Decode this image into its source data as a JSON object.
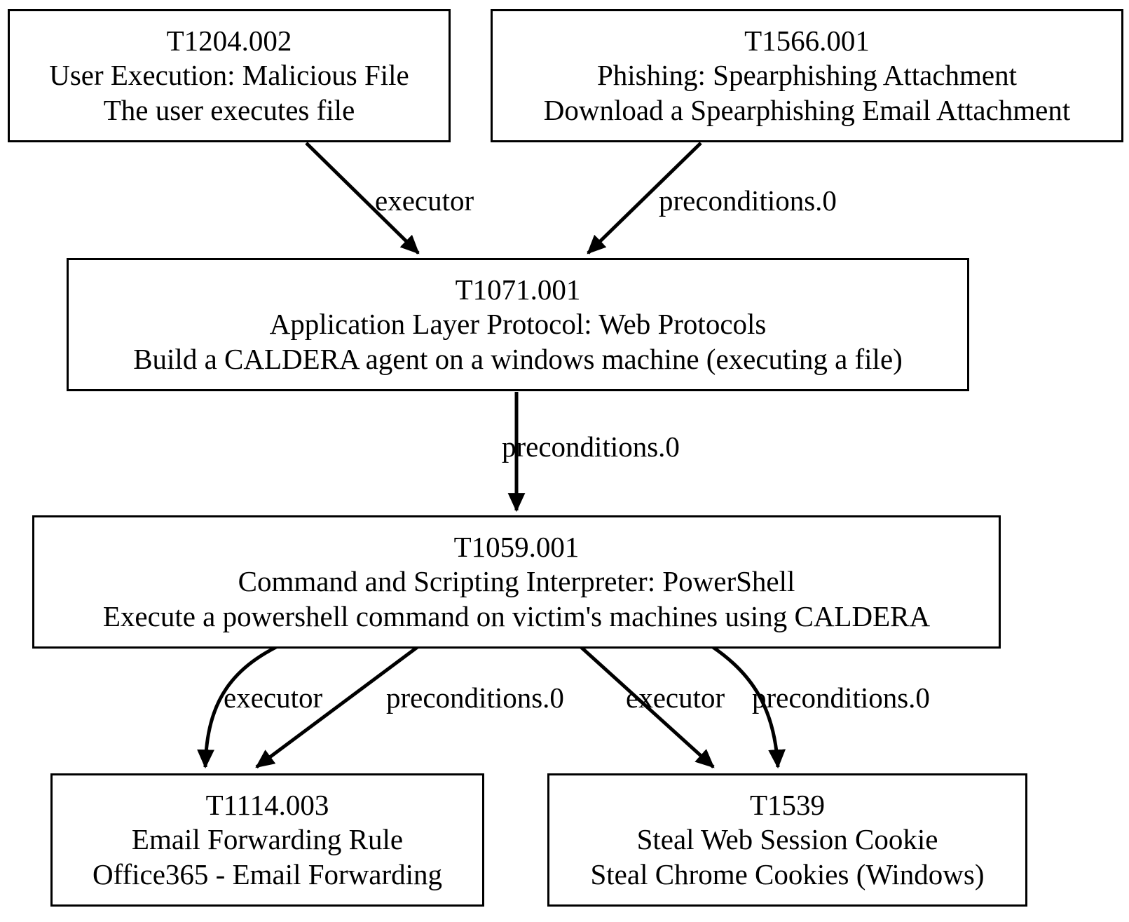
{
  "diagram": {
    "title": "ATT&CK technique attack-flow graph",
    "background_color": "#ffffff",
    "line_color": "#000000",
    "nodes": [
      {
        "key": "t1204",
        "id": "T1204.002",
        "name": "User Execution: Malicious File",
        "description": "The user executes file"
      },
      {
        "key": "t1566",
        "id": "T1566.001",
        "name": "Phishing: Spearphishing Attachment",
        "description": "Download a Spearphishing Email Attachment"
      },
      {
        "key": "t1071",
        "id": "T1071.001",
        "name": "Application Layer Protocol: Web Protocols",
        "description": "Build a CALDERA agent on a windows machine (executing a file)"
      },
      {
        "key": "t1059",
        "id": "T1059.001",
        "name": "Command and Scripting Interpreter: PowerShell",
        "description": "Execute a powershell command on victim's machines using CALDERA"
      },
      {
        "key": "t1114",
        "id": "T1114.003",
        "name": "Email Forwarding Rule",
        "description": "Office365 - Email Forwarding"
      },
      {
        "key": "t1539",
        "id": "T1539",
        "name": "Steal Web Session Cookie",
        "description": "Steal Chrome Cookies (Windows)"
      }
    ],
    "edges": [
      {
        "key": "e1",
        "from": "T1204.002",
        "to": "T1071.001",
        "label": "executor"
      },
      {
        "key": "e2",
        "from": "T1566.001",
        "to": "T1071.001",
        "label": "preconditions.0"
      },
      {
        "key": "e3",
        "from": "T1071.001",
        "to": "T1059.001",
        "label": "preconditions.0"
      },
      {
        "key": "e4",
        "from": "T1059.001",
        "to": "T1114.003",
        "label": "executor"
      },
      {
        "key": "e5",
        "from": "T1059.001",
        "to": "T1114.003",
        "label": "preconditions.0"
      },
      {
        "key": "e6",
        "from": "T1059.001",
        "to": "T1539",
        "label": "executor"
      },
      {
        "key": "e7",
        "from": "T1059.001",
        "to": "T1539",
        "label": "preconditions.0"
      }
    ]
  }
}
